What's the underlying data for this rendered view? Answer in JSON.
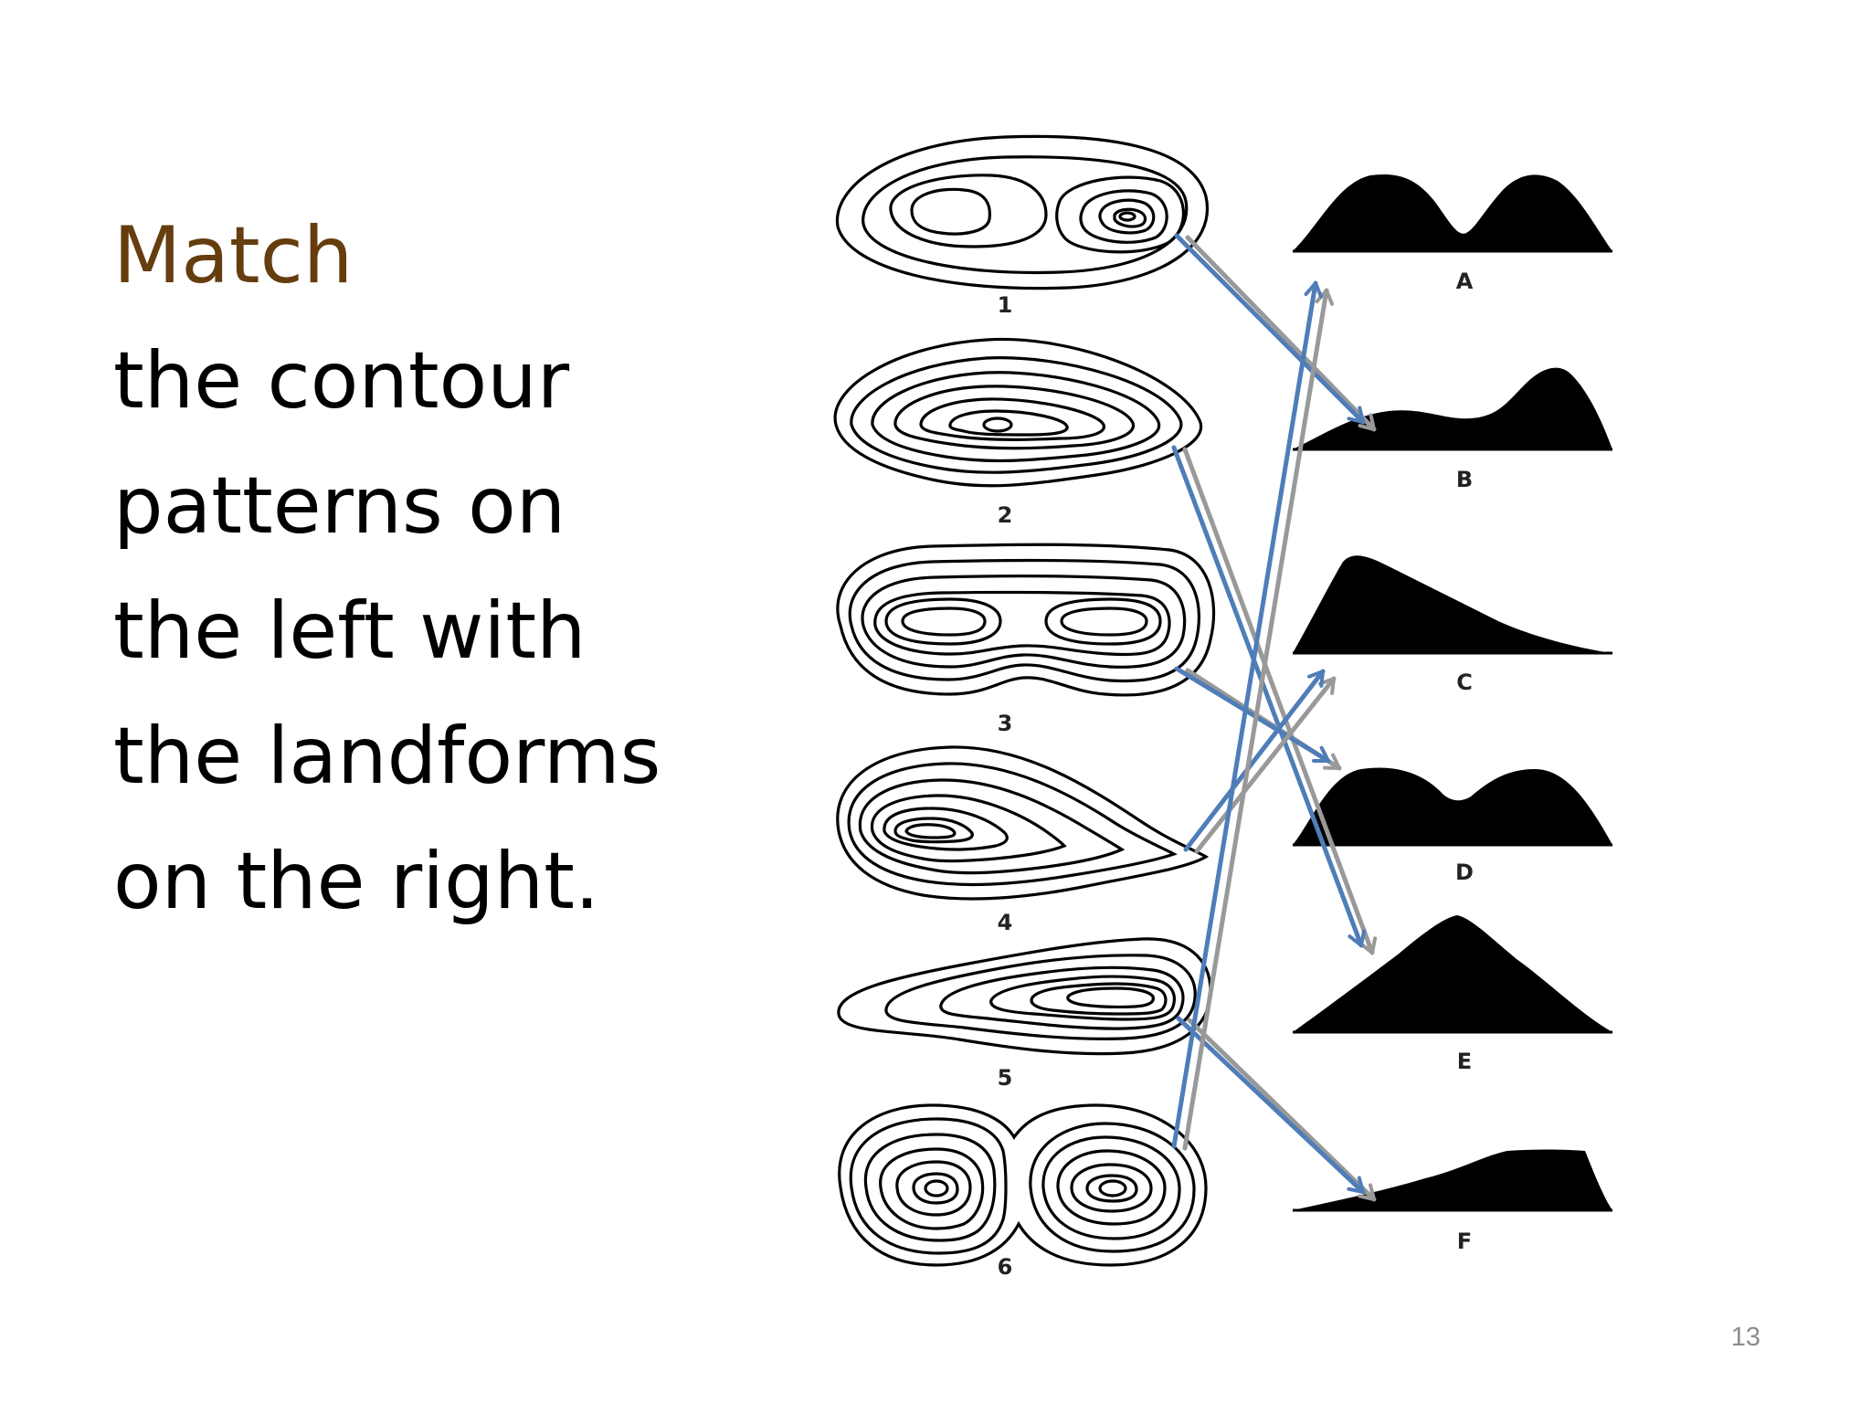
{
  "slide": {
    "heading": "Match",
    "body_lines": [
      "the contour",
      "patterns on",
      "the left with",
      "the landforms",
      "on the right."
    ],
    "page_number": "13"
  },
  "figure": {
    "contour_labels": [
      "1",
      "2",
      "3",
      "4",
      "5",
      "6"
    ],
    "landform_labels": [
      "A",
      "B",
      "C",
      "D",
      "E",
      "F"
    ],
    "matches": [
      {
        "contour": "1",
        "landform": "B"
      },
      {
        "contour": "2",
        "landform": "E"
      },
      {
        "contour": "3",
        "landform": "D"
      },
      {
        "contour": "4",
        "landform": "C"
      },
      {
        "contour": "5",
        "landform": "F"
      },
      {
        "contour": "6",
        "landform": "A"
      }
    ]
  },
  "colors": {
    "heading": "#653d0e",
    "text": "#000000",
    "arrow_blue": "#4f7db8",
    "arrow_gray": "#999999",
    "page_number": "#8c8c8c"
  },
  "icons": {
    "match_arrow": "arrow-icon"
  }
}
